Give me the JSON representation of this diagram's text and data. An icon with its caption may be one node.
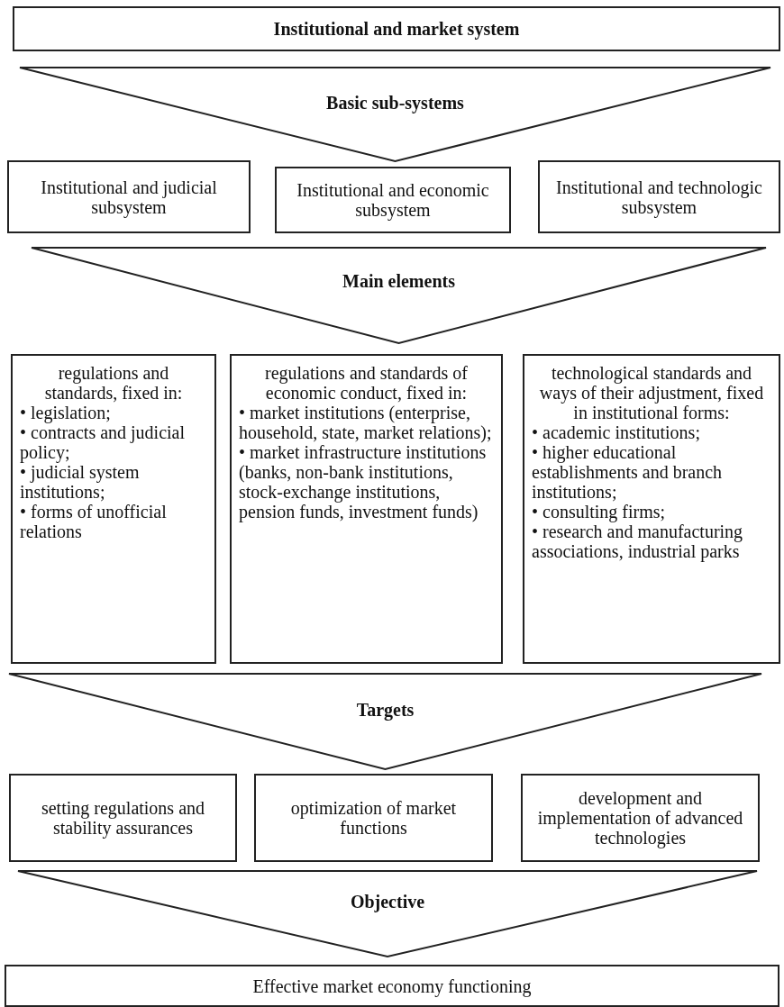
{
  "diagram": {
    "nodes": [
      {
        "text": [
          "Institutional and market system"
        ]
      },
      {
        "text": [
          "Basic sub-systems"
        ]
      },
      {
        "text": [
          "Institutional and judicial subsystem"
        ]
      },
      {
        "text": [
          "Institutional and economic subsystem"
        ]
      },
      {
        "text": [
          "Institutional and technologic subsystem"
        ]
      },
      {
        "text": [
          "Main elements"
        ]
      },
      {
        "text": [
          "regulations and standards, fixed in:",
          "• legislation;",
          "• contracts and judicial policy;",
          "• judicial system institutions;",
          "• forms of unofficial relations"
        ]
      },
      {
        "text": [
          "regulations and standards of economic conduct, fixed in:",
          "• market institutions (enterprise, household, state, market relations);",
          "• market infrastructure institutions (banks, non-bank institutions, stock-exchange institutions, pension funds, investment funds)"
        ]
      },
      {
        "text": [
          "technological standards and ways of their adjustment, fixed in institutional forms:",
          "• academic institutions;",
          "• higher educational establishments and branch institutions;",
          "• consulting firms;",
          "• research and manufacturing associations, industrial parks"
        ]
      },
      {
        "text": [
          "Targets"
        ]
      },
      {
        "text": [
          "setting regulations and stability assurances"
        ]
      },
      {
        "text": [
          "optimization of market functions"
        ]
      },
      {
        "text": [
          "development and implementation of advanced technologies"
        ]
      },
      {
        "text": [
          "Objective"
        ]
      },
      {
        "text": [
          "Effective market economy functioning"
        ]
      }
    ]
  }
}
